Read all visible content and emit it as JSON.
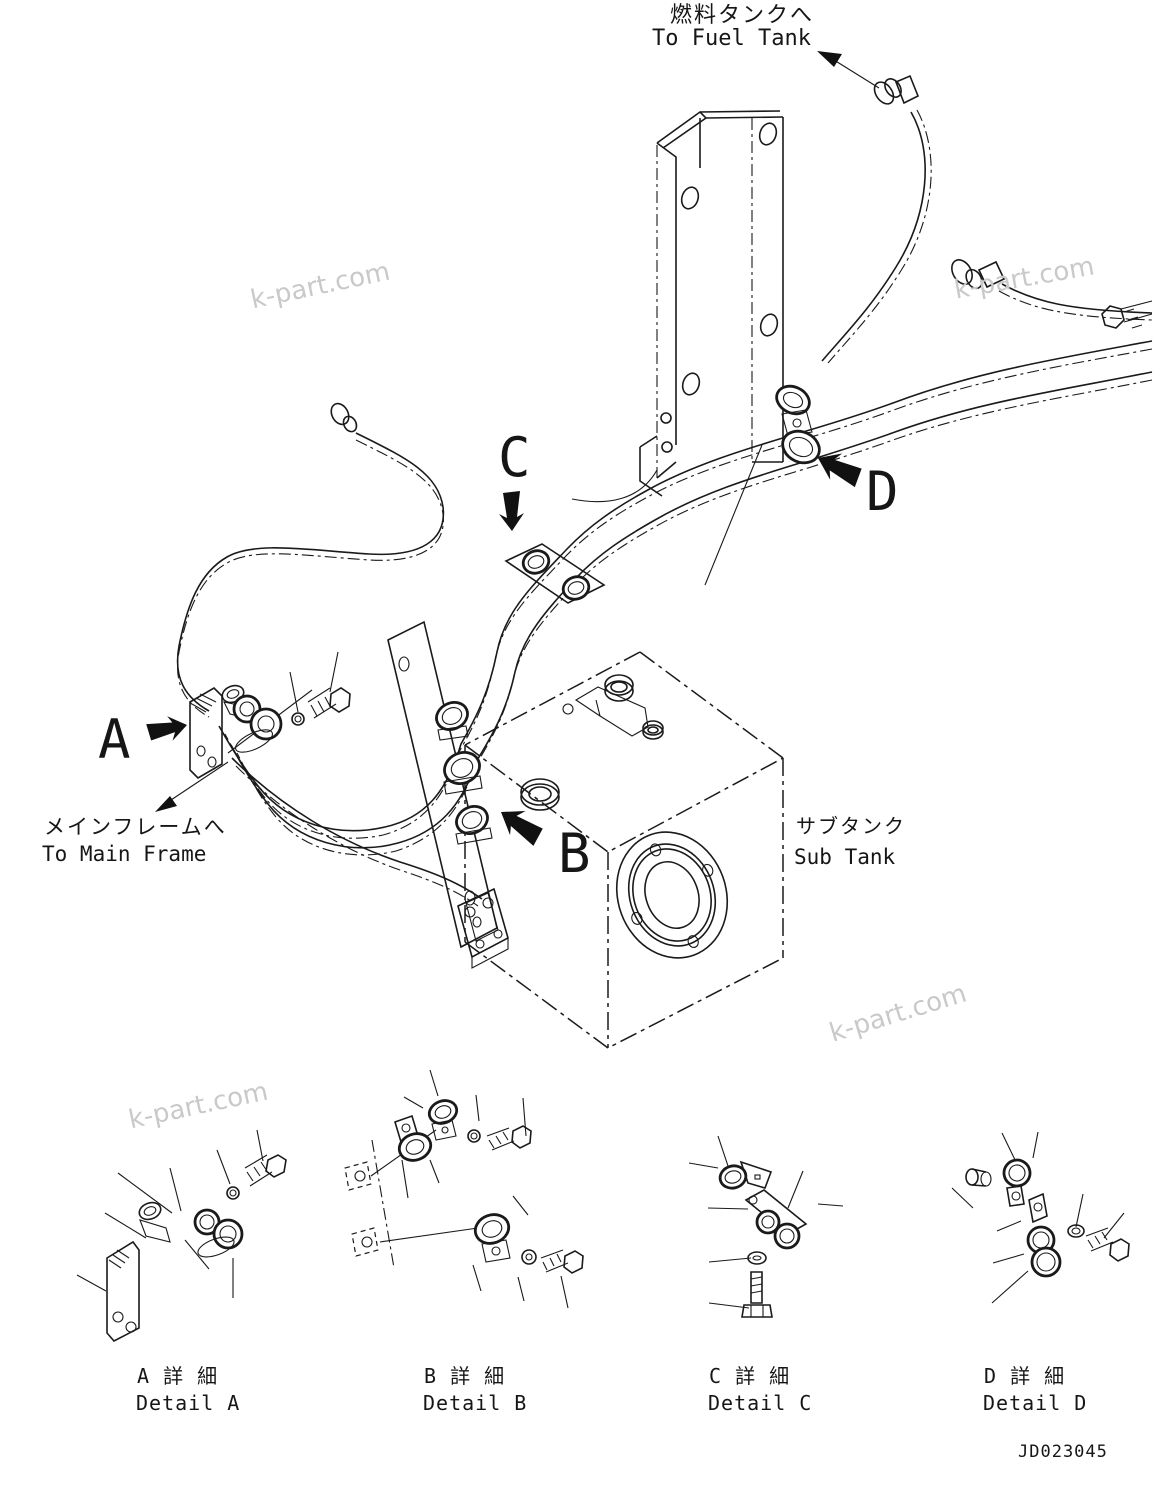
{
  "labels": {
    "to_fuel_tank": {
      "jp": "燃料タンクへ",
      "en": "To Fuel Tank"
    },
    "to_main_frame": {
      "jp": "メインフレームへ",
      "en": "To Main Frame"
    },
    "sub_tank": {
      "jp": "サブタンク",
      "en": "Sub Tank"
    }
  },
  "callouts": {
    "a": "A",
    "b": "B",
    "c": "C",
    "d": "D"
  },
  "details": [
    {
      "jp": "A 詳 細",
      "en": "Detail A"
    },
    {
      "jp": "B 詳 細",
      "en": "Detail B"
    },
    {
      "jp": "C 詳 細",
      "en": "Detail C"
    },
    {
      "jp": "D 詳 細",
      "en": "Detail D"
    }
  ],
  "drawing_number": "JD023045",
  "watermark": "k-part.com",
  "colors": {
    "line": "#1a1a1a",
    "background": "#ffffff",
    "watermark": "#c9c9c9"
  }
}
